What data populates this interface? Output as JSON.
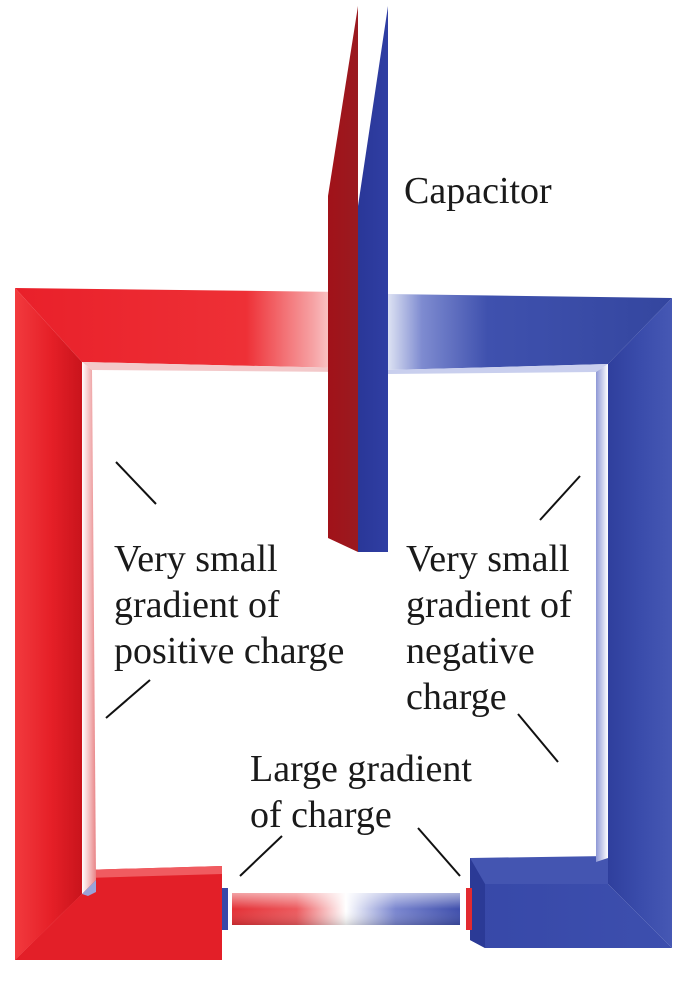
{
  "labels": {
    "capacitor": "Capacitor",
    "left_note": [
      "Very small",
      "gradient of",
      "positive charge"
    ],
    "right_note": [
      "Very small",
      "gradient of",
      "negative",
      "charge"
    ],
    "bottom_note": [
      "Large gradient",
      "of charge"
    ]
  },
  "colors": {
    "positive": "#e8202a",
    "positive_dark": "#a3151c",
    "negative": "#3446a8",
    "negative_dark": "#25318a",
    "neutral": "#ffffff",
    "leader_line": "#111111"
  }
}
